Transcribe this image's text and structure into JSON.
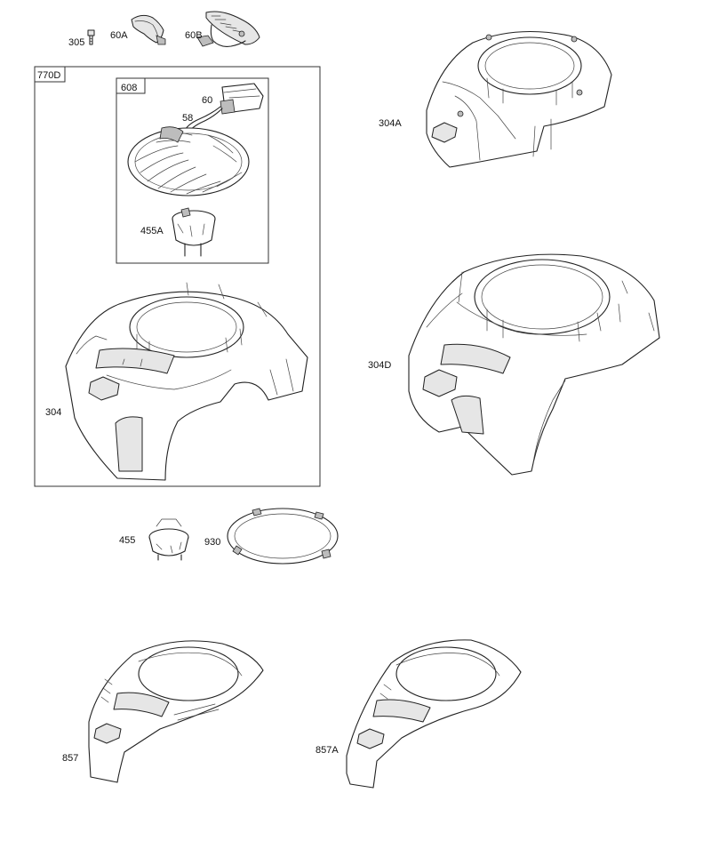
{
  "parts": {
    "p305": "305",
    "p60a": "60A",
    "p60b": "60B",
    "p770d": "770D",
    "p608": "608",
    "p60": "60",
    "p58": "58",
    "p455a": "455A",
    "p304": "304",
    "p304a": "304A",
    "p304d": "304D",
    "p455": "455",
    "p930": "930",
    "p857": "857",
    "p857a": "857A"
  }
}
